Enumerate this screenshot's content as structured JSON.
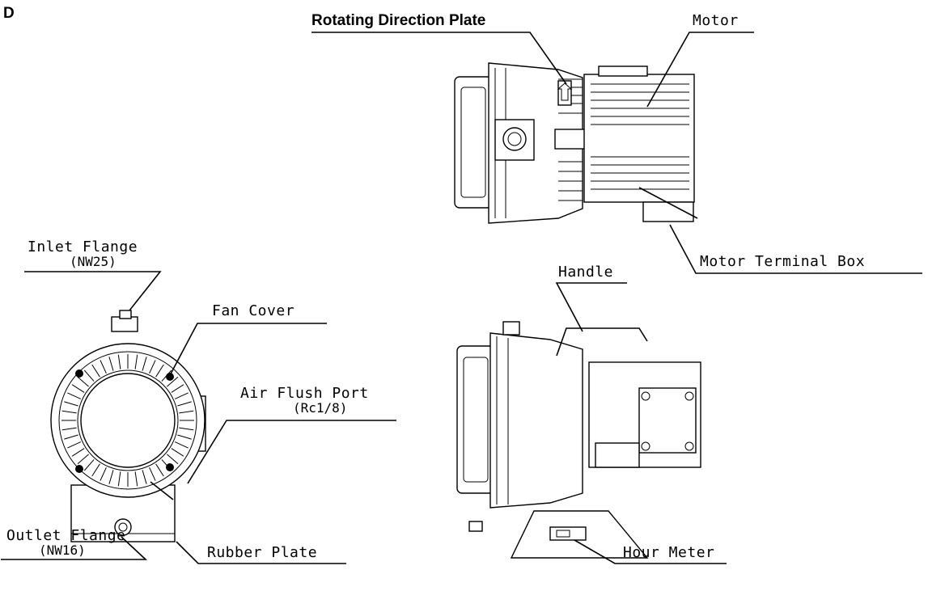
{
  "figure": {
    "letter": "D"
  },
  "labels": {
    "rotating_direction_plate": "Rotating Direction Plate",
    "motor": "Motor",
    "motor_terminal_box": "Motor Terminal Box",
    "inlet_flange": "Inlet Flange",
    "inlet_flange_spec": "(NW25)",
    "fan_cover": "Fan Cover",
    "air_flush_port": "Air Flush Port",
    "air_flush_port_spec": "(Rc1/8)",
    "handle": "Handle",
    "outlet_flange": "Outlet Flange",
    "outlet_flange_spec": "(NW16)",
    "rubber_plate": "Rubber Plate",
    "hour_meter": "Hour Meter"
  }
}
